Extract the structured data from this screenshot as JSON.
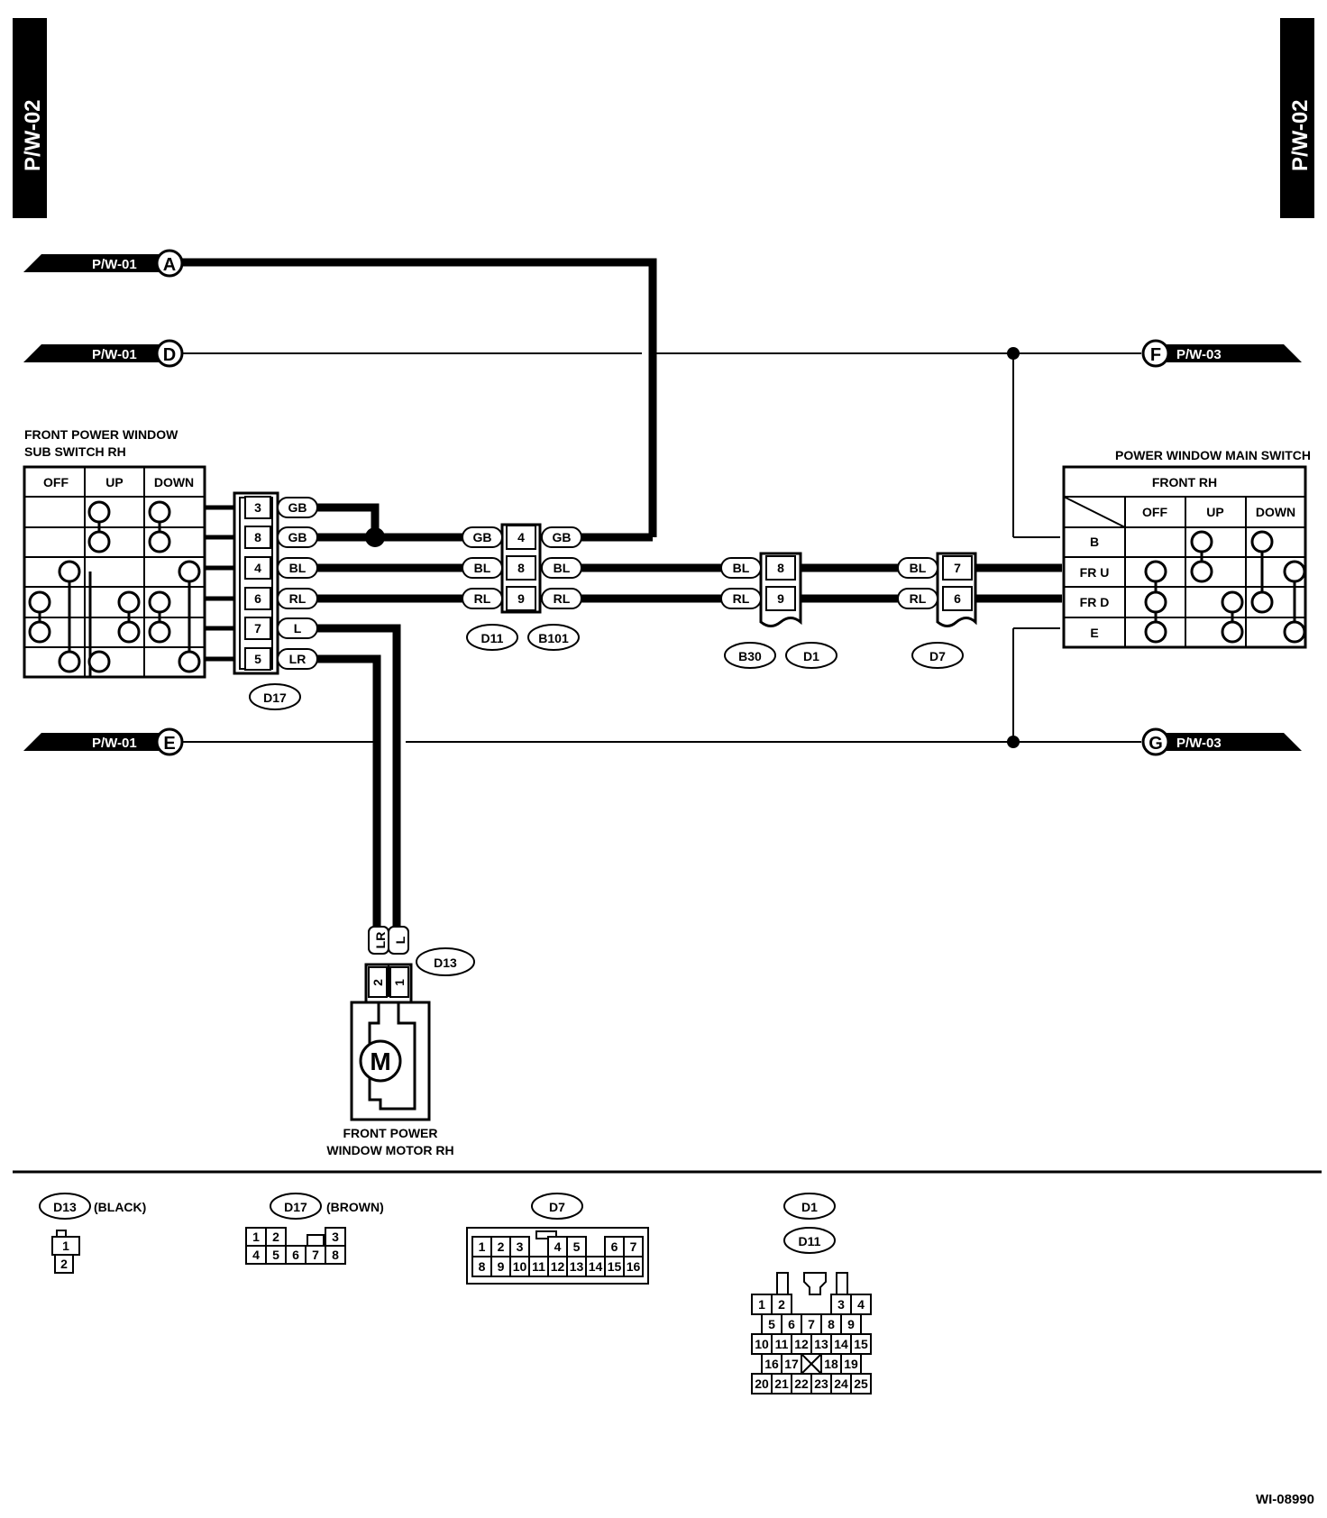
{
  "page": {
    "side_tab_left": "P/W-02",
    "side_tab_right": "P/W-02",
    "figure_id": "WI-08990"
  },
  "refs": {
    "a": {
      "page": "P/W-01",
      "letter": "A"
    },
    "d": {
      "page": "P/W-01",
      "letter": "D"
    },
    "e": {
      "page": "P/W-01",
      "letter": "E"
    },
    "f": {
      "page": "P/W-03",
      "letter": "F"
    },
    "g": {
      "page": "P/W-03",
      "letter": "G"
    }
  },
  "sub_switch": {
    "title_line1": "FRONT POWER WINDOW",
    "title_line2": "SUB SWITCH RH",
    "col_off": "OFF",
    "col_up": "UP",
    "col_down": "DOWN",
    "connector": "D17",
    "pins": [
      "3",
      "8",
      "4",
      "6",
      "7",
      "5"
    ],
    "wires": [
      "GB",
      "GB",
      "BL",
      "RL",
      "L",
      "LR"
    ]
  },
  "conn_d11_b101": {
    "left": "D11",
    "right": "B101",
    "pins": [
      "4",
      "8",
      "9"
    ],
    "wires_left": [
      "GB",
      "BL",
      "RL"
    ],
    "wires_right": [
      "GB",
      "BL",
      "RL"
    ]
  },
  "conn_b30_d1": {
    "left": "B30",
    "right": "D1",
    "pins": [
      "8",
      "9"
    ],
    "wires": [
      "BL",
      "RL"
    ]
  },
  "conn_d7": {
    "name": "D7",
    "pins": [
      "7",
      "6"
    ],
    "wires": [
      "BL",
      "RL"
    ]
  },
  "main_switch": {
    "title": "POWER WINDOW MAIN SWITCH",
    "header": "FRONT RH",
    "col_off": "OFF",
    "col_up": "UP",
    "col_down": "DOWN",
    "rows": [
      "B",
      "FR U",
      "FR D",
      "E"
    ]
  },
  "motor": {
    "symbol": "M",
    "label_line1": "FRONT POWER",
    "label_line2": "WINDOW MOTOR RH",
    "connector": "D13",
    "wires": [
      "LR",
      "L"
    ],
    "pins": [
      "2",
      "1"
    ]
  },
  "connector_views": {
    "d13": {
      "name": "D13",
      "color": "(BLACK)",
      "pins": [
        "1",
        "2"
      ]
    },
    "d17": {
      "name": "D17",
      "color": "(BROWN)",
      "pins": [
        "1",
        "2",
        "3",
        "4",
        "5",
        "6",
        "7",
        "8"
      ]
    },
    "d7": {
      "name": "D7",
      "pins": [
        "1",
        "2",
        "3",
        "4",
        "5",
        "6",
        "7",
        "8",
        "9",
        "10",
        "11",
        "12",
        "13",
        "14",
        "15",
        "16"
      ]
    },
    "d1": {
      "name": "D1",
      "name2": "D11",
      "pins": [
        "1",
        "2",
        "3",
        "4",
        "5",
        "6",
        "7",
        "8",
        "9",
        "10",
        "11",
        "12",
        "13",
        "14",
        "15",
        "16",
        "17",
        "18",
        "19",
        "20",
        "21",
        "22",
        "23",
        "24",
        "25"
      ]
    }
  }
}
